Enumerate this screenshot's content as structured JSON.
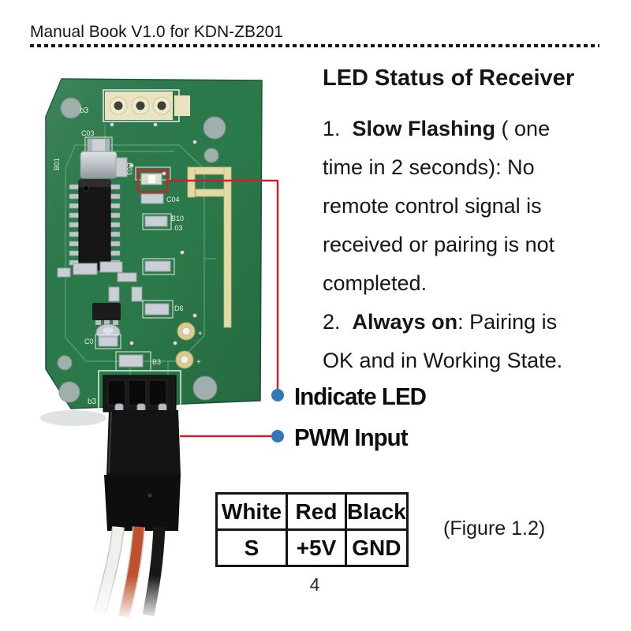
{
  "header": {
    "title": "Manual Book V1.0 for KDN-ZB201"
  },
  "led_status": {
    "heading": "LED Status of Receiver",
    "lines": [
      {
        "pre": "1.  ",
        "bold": "Slow Flashing",
        "post": " ( one"
      },
      {
        "pre": "",
        "bold": "",
        "post": "time in 2 seconds): No"
      },
      {
        "pre": "",
        "bold": "",
        "post": "remote control signal is"
      },
      {
        "pre": "",
        "bold": "",
        "post": "received or pairing is not"
      },
      {
        "pre": "",
        "bold": "",
        "post": "completed."
      },
      {
        "pre": "2.  ",
        "bold": "Always on",
        "post": ": Pairing is"
      },
      {
        "pre": "",
        "bold": "",
        "post": "OK and in Working State."
      }
    ]
  },
  "callouts": {
    "indicate_led": "Indicate LED",
    "pwm_input": "PWM Input"
  },
  "wire_table": {
    "headers": [
      "White",
      "Red",
      "Black"
    ],
    "values": [
      "S",
      "+5V",
      "GND"
    ]
  },
  "figure": {
    "caption": "(Figure 1.2)"
  },
  "page": {
    "number": "4"
  },
  "pcb": {
    "silkscreen": {
      "b3_top": "b3",
      "c03": "C03",
      "e03": "E03",
      "b01": "B01",
      "c04": "C04",
      "b10": "B10",
      "r03": ".03",
      "d6": "D6",
      "b3_mid": "B3",
      "c0": "C0",
      "b3_bottom": "b3",
      "plus1": "+",
      "plus2": "+"
    }
  },
  "colors": {
    "annotation_red": "#c8222f",
    "callout_dot_blue": "#3079b8",
    "pcb_green": "#2b7a4a",
    "text": "#1a1a1a"
  }
}
